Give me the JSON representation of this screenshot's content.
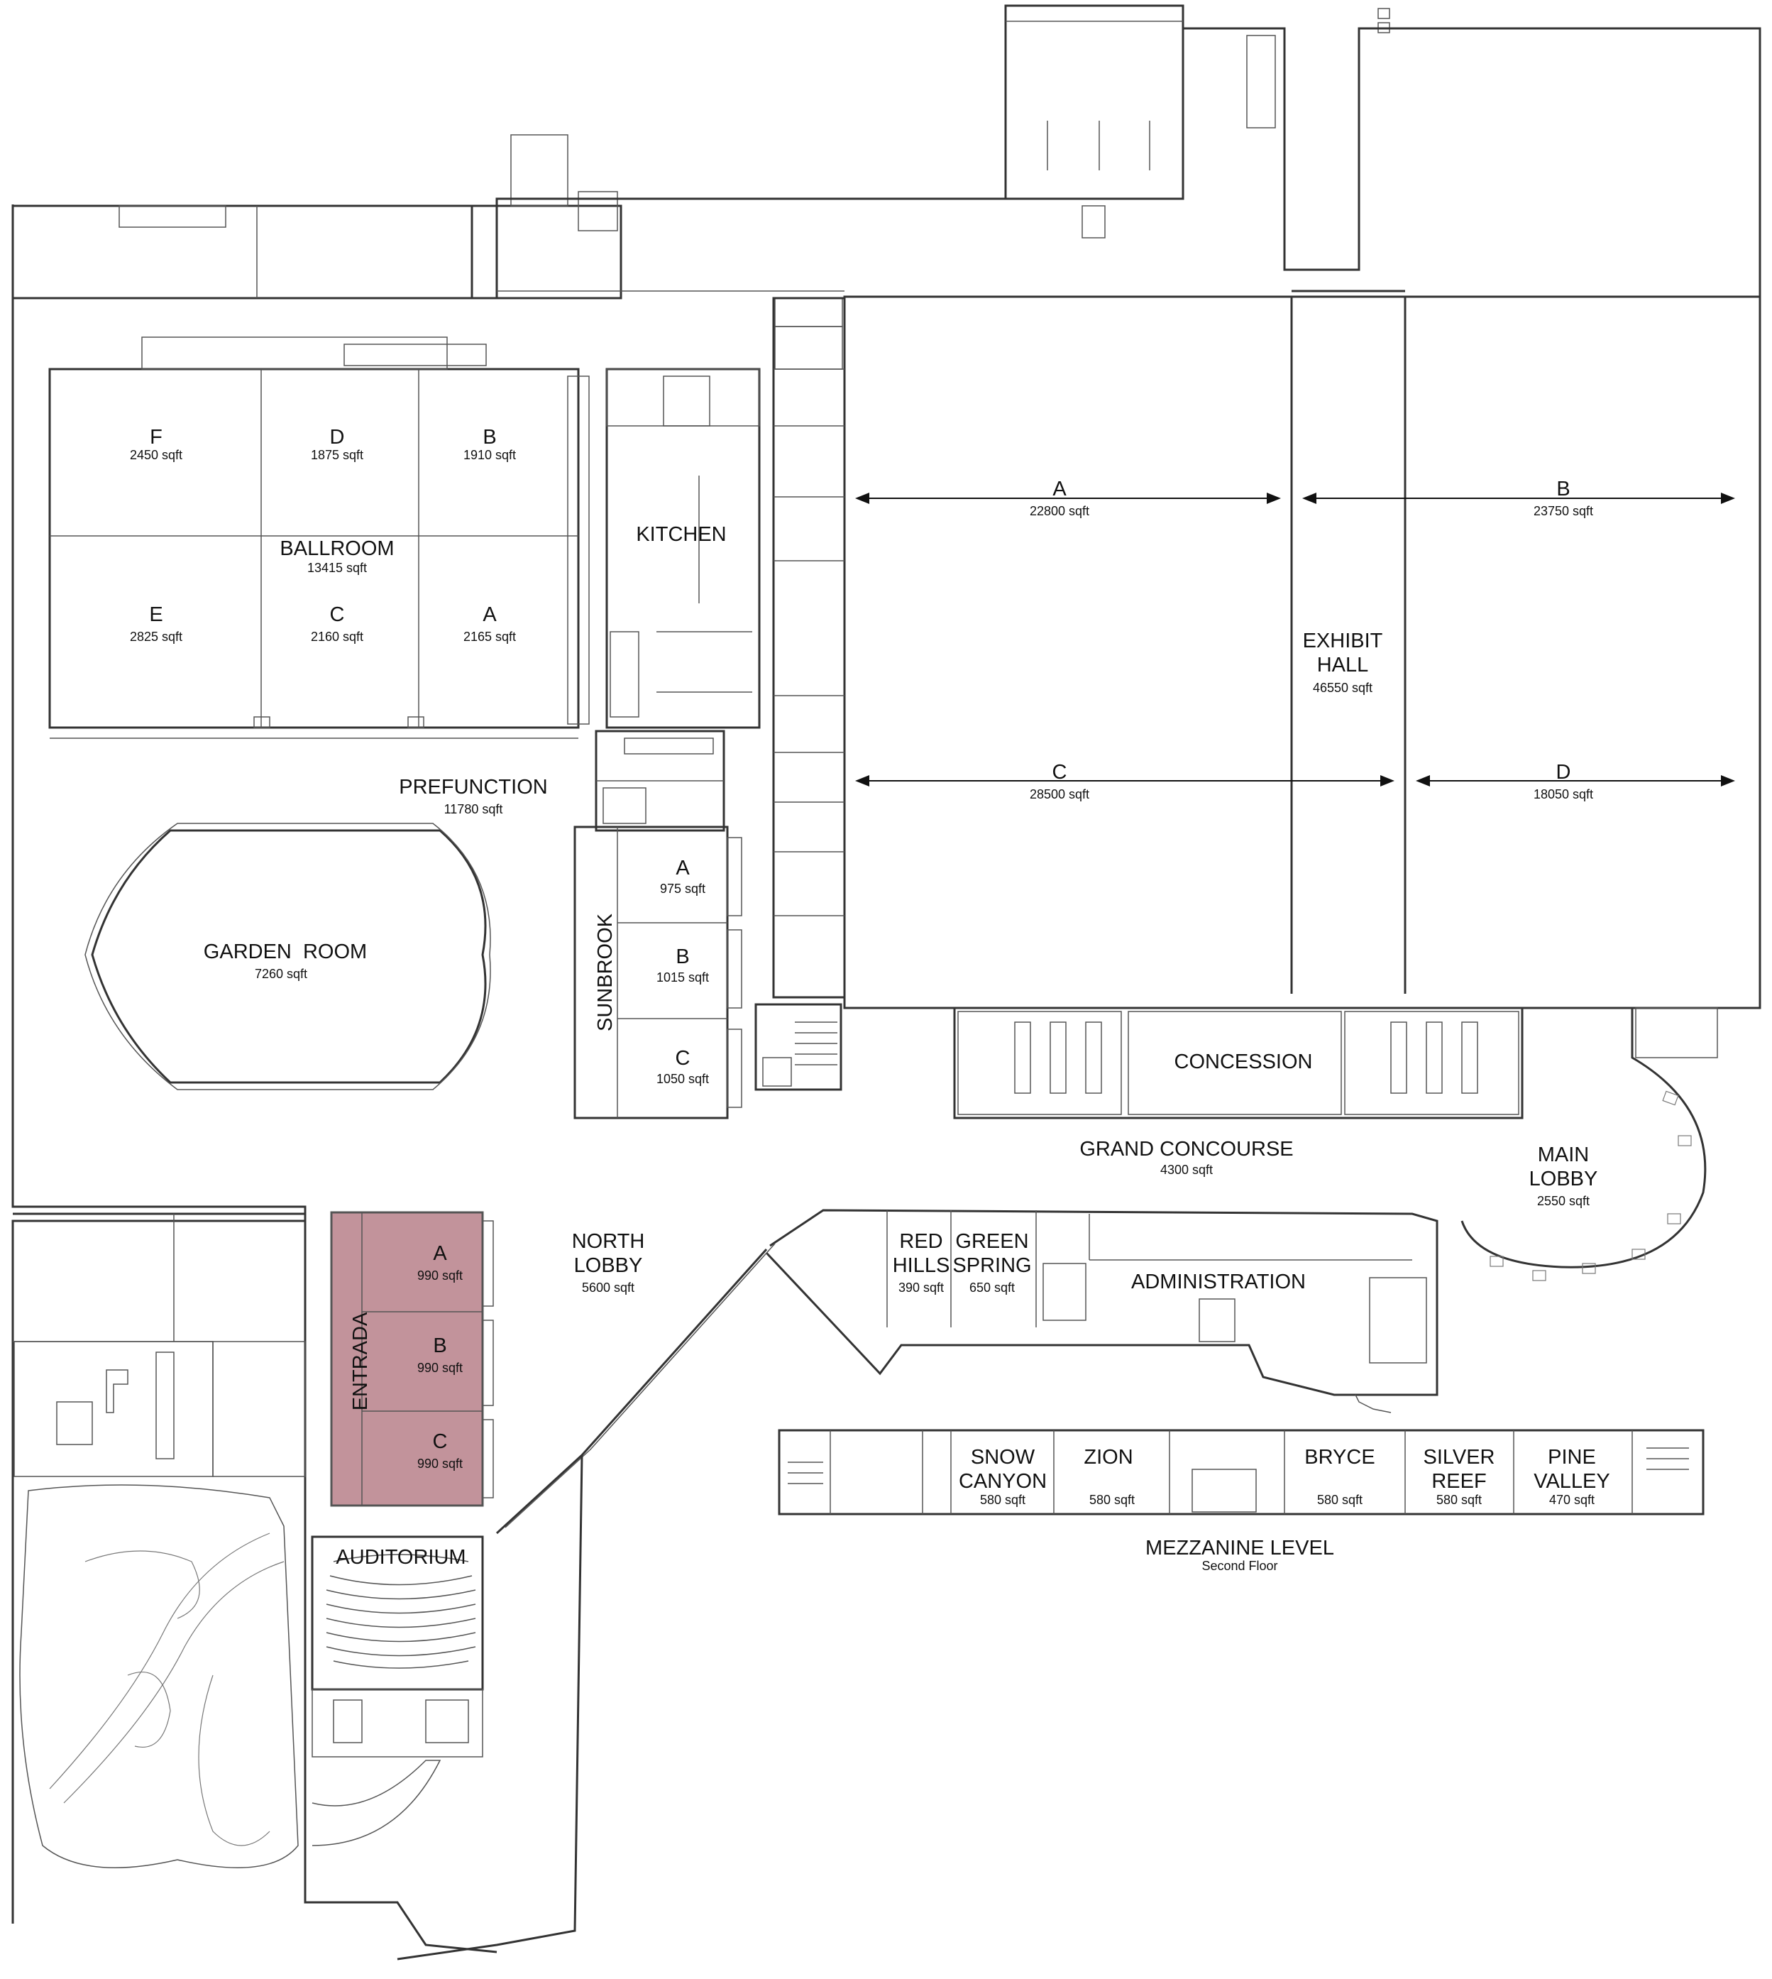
{
  "highlight_color": "#c2939b",
  "rooms": {
    "ballroom_f": {
      "name": "F",
      "area": "2450 sqft"
    },
    "ballroom_d": {
      "name": "D",
      "area": "1875 sqft"
    },
    "ballroom_b": {
      "name": "B",
      "area": "1910 sqft"
    },
    "ballroom": {
      "name": "BALLROOM",
      "area": "13415 sqft"
    },
    "ballroom_e": {
      "name": "E",
      "area": "2825 sqft"
    },
    "ballroom_c": {
      "name": "C",
      "area": "2160 sqft"
    },
    "ballroom_a": {
      "name": "A",
      "area": "2165 sqft"
    },
    "kitchen": {
      "name": "KITCHEN"
    },
    "prefunction": {
      "name": "PREFUNCTION",
      "area": "11780 sqft"
    },
    "garden_room": {
      "name": "GARDEN  ROOM",
      "area": "7260 sqft"
    },
    "sunbrook": {
      "name": "SUNBROOK"
    },
    "sunbrook_a": {
      "name": "A",
      "area": "975 sqft"
    },
    "sunbrook_b": {
      "name": "B",
      "area": "1015 sqft"
    },
    "sunbrook_c": {
      "name": "C",
      "area": "1050 sqft"
    },
    "exhibit_a": {
      "name": "A",
      "area": "22800 sqft"
    },
    "exhibit_b": {
      "name": "B",
      "area": "23750 sqft"
    },
    "exhibit_hall": {
      "name_line1": "EXHIBIT",
      "name_line2": "HALL",
      "area": "46550 sqft"
    },
    "exhibit_c": {
      "name": "C",
      "area": "28500 sqft"
    },
    "exhibit_d": {
      "name": "D",
      "area": "18050 sqft"
    },
    "concession": {
      "name": "CONCESSION"
    },
    "grand_concourse": {
      "name": "GRAND CONCOURSE",
      "area": "4300 sqft"
    },
    "main_lobby": {
      "name_line1": "MAIN",
      "name_line2": "LOBBY",
      "area": "2550 sqft"
    },
    "north_lobby": {
      "name_line1": "NORTH",
      "name_line2": "LOBBY",
      "area": "5600 sqft"
    },
    "entrada": {
      "name": "ENTRADA"
    },
    "entrada_a": {
      "name": "A",
      "area": "990 sqft"
    },
    "entrada_b": {
      "name": "B",
      "area": "990 sqft"
    },
    "entrada_c": {
      "name": "C",
      "area": "990 sqft"
    },
    "auditorium": {
      "name": "AUDITORIUM"
    },
    "red_hills": {
      "name_line1": "RED",
      "name_line2": "HILLS",
      "area": "390 sqft"
    },
    "green_spring": {
      "name_line1": "GREEN",
      "name_line2": "SPRING",
      "area": "650 sqft"
    },
    "administration": {
      "name": "ADMINISTRATION"
    },
    "snow_canyon": {
      "name_line1": "SNOW",
      "name_line2": "CANYON",
      "area": "580 sqft"
    },
    "zion": {
      "name": "ZION",
      "area": "580 sqft"
    },
    "bryce": {
      "name": "BRYCE",
      "area": "580 sqft"
    },
    "silver_reef": {
      "name_line1": "SILVER",
      "name_line2": "REEF",
      "area": "580 sqft"
    },
    "pine_valley": {
      "name_line1": "PINE",
      "name_line2": "VALLEY",
      "area": "470 sqft"
    }
  },
  "mezzanine": {
    "title": "MEZZANINE LEVEL",
    "subtitle": "Second Floor"
  }
}
